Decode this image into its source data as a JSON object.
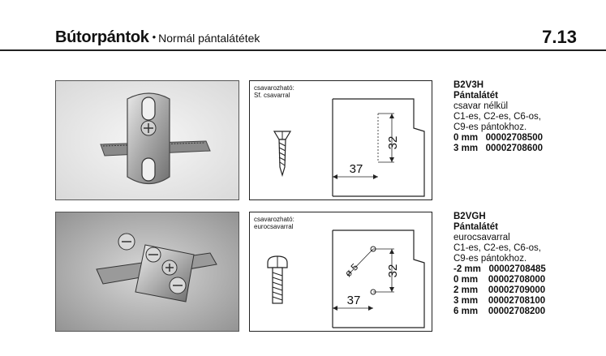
{
  "header": {
    "title": "Bútorpántok",
    "bullet": "•",
    "subtitle": "Normál pántalátétek",
    "section": "7.13"
  },
  "products": [
    {
      "screw_label_line1": "csavarozható:",
      "screw_label_line2": "Sf. csavarral",
      "dim_horizontal": "37",
      "dim_vertical": "32",
      "code": "B2V3H",
      "name": "Pántalátét",
      "desc1": "csavar nélkül",
      "desc2": "C1-es, C2-es, C6-os,",
      "desc3": "C9-es pántokhoz.",
      "variants": [
        {
          "size": "0 mm",
          "number": "00002708500"
        },
        {
          "size": "3 mm",
          "number": "00002708600"
        }
      ]
    },
    {
      "screw_label_line1": "csavarozható:",
      "screw_label_line2": "eurocsavarral",
      "dim_horizontal": "37",
      "dim_vertical": "32",
      "dim_diameter": "ø 5",
      "code": "B2VGH",
      "name": "Pántalátét",
      "desc1": "eurocsavarral",
      "desc2": "C1-es, C2-es, C6-os,",
      "desc3": "C9-es pántokhoz.",
      "variants": [
        {
          "size": "-2 mm",
          "number": "00002708485"
        },
        {
          "size": "0 mm",
          "number": "00002708000"
        },
        {
          "size": "2 mm",
          "number": "00002709000"
        },
        {
          "size": "3 mm",
          "number": "00002708100"
        },
        {
          "size": "6 mm",
          "number": "00002708200"
        }
      ]
    }
  ]
}
